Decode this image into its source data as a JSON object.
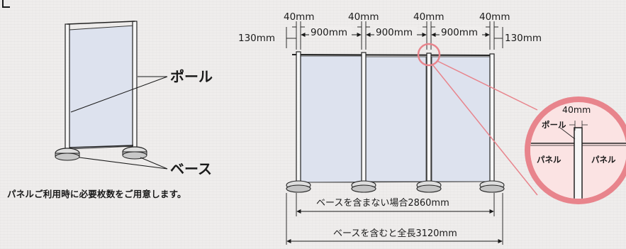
{
  "labels": {
    "pole": "ポール",
    "base": "ベース"
  },
  "note": "パネルご利用時に必要枚数をご用意します。",
  "dimensions": {
    "pole_width": "40mm",
    "edge_margin": "130mm",
    "panel_width": "900mm",
    "length_without_base": "ベースを含まない場合2860mm",
    "length_with_base": "ベースを含むと全長3120mm"
  },
  "zoom_detail": {
    "pole_width": "40mm",
    "pole_label": "ポール",
    "left_panel_label": "パネル",
    "right_panel_label": "パネル"
  },
  "colors": {
    "panel_fill": "#dde2ee",
    "highlight": "#e8848c",
    "zoom_fill": "#fbe3e3"
  }
}
